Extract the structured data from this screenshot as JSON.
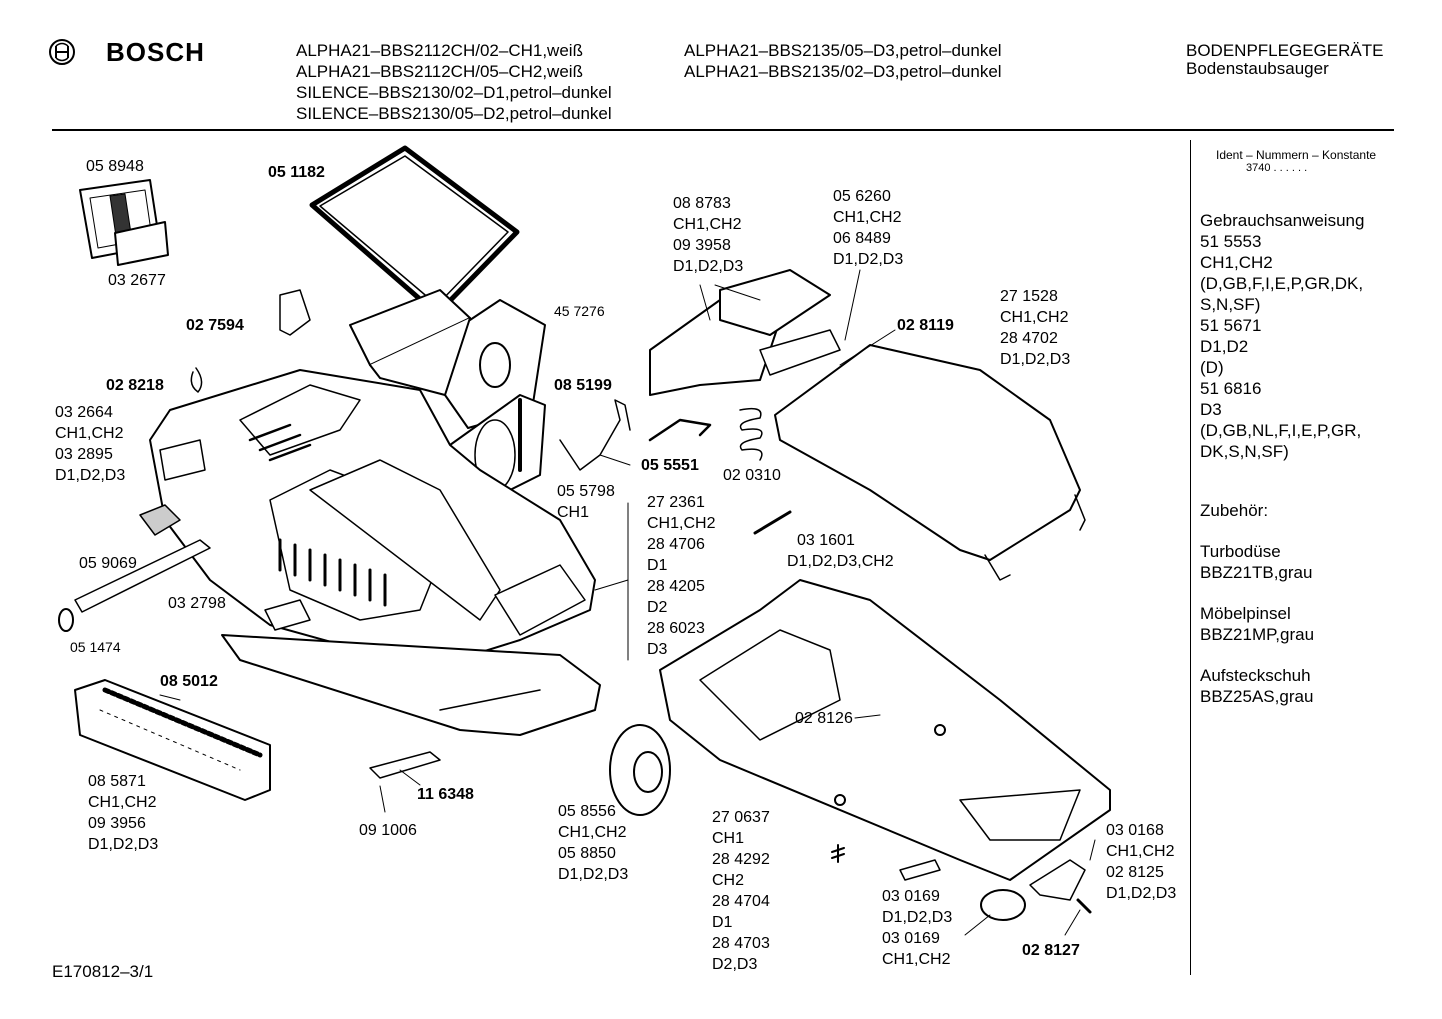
{
  "header": {
    "brand": "BOSCH",
    "models_col1": [
      "ALPHA21–BBS2112CH/02–CH1,weiß",
      "ALPHA21–BBS2112CH/05–CH2,weiß",
      "SILENCE–BBS2130/02–D1,petrol–dunkel",
      "SILENCE–BBS2130/05–D2,petrol–dunkel"
    ],
    "models_col2": [
      "ALPHA21–BBS2135/05–D3,petrol–dunkel",
      "ALPHA21–BBS2135/02–D3,petrol–dunkel"
    ],
    "category": "BODENPFLEGEGERÄTE",
    "subcategory": "Bodenstaubsauger"
  },
  "sidebar": {
    "ident_title": "Ident – Nummern – Konstante",
    "ident_value": "3740  . .    . . . .",
    "manual": [
      "Gebrauchsanweisung",
      "51 5553",
      "CH1,CH2",
      "(D,GB,F,I,E,P,GR,DK,",
      "S,N,SF)",
      "51 5671",
      "D1,D2",
      "(D)",
      "51 6816",
      "D3",
      "(D,GB,NL,F,I,E,P,GR,",
      "DK,S,N,SF)"
    ],
    "accessories_title": "Zubehör:",
    "accessories": [
      [
        "Turbodüse",
        "BBZ21TB,grau"
      ],
      [
        "Möbelpinsel",
        "BBZ21MP,grau"
      ],
      [
        "Aufsteckschuh",
        "BBZ25AS,grau"
      ]
    ]
  },
  "parts": {
    "p058948": [
      "05 8948"
    ],
    "p032677": [
      "03 2677"
    ],
    "p051182": [
      "05 1182"
    ],
    "p027594": [
      "02 7594"
    ],
    "p457276": [
      "45 7276"
    ],
    "p028218": [
      "02 8218"
    ],
    "p032664": [
      "03 2664",
      "CH1,CH2",
      "03 2895",
      "D1,D2,D3"
    ],
    "p085199": [
      "08 5199"
    ],
    "p055798": [
      "05 5798",
      "CH1"
    ],
    "p088783": [
      "08 8783",
      "CH1,CH2",
      "09 3958",
      "D1,D2,D3"
    ],
    "p056260": [
      "05 6260",
      "CH1,CH2",
      "06 8489",
      "D1,D2,D3"
    ],
    "p028119": [
      "02 8119"
    ],
    "p271528": [
      "27 1528",
      "CH1,CH2",
      "28 4702",
      "D1,D2,D3"
    ],
    "p055551": [
      "05 5551"
    ],
    "p020310": [
      "02 0310"
    ],
    "p272361": [
      "27 2361",
      "CH1,CH2",
      "28 4706",
      "D1",
      "28 4205",
      "D2",
      "28 6023",
      "D3"
    ],
    "p031601": [
      "03 1601",
      "D1,D2,D3,CH2"
    ],
    "p059069": [
      "05 9069"
    ],
    "p051474": [
      "05 1474"
    ],
    "p032798": [
      "03 2798"
    ],
    "p085012": [
      "08 5012"
    ],
    "p085871": [
      "08 5871",
      "CH1,CH2",
      "09 3956",
      "D1,D2,D3"
    ],
    "p091006": [
      "09 1006"
    ],
    "p116348": [
      "11 6348"
    ],
    "p058556": [
      "05 8556",
      "CH1,CH2",
      "05 8850",
      "D1,D2,D3"
    ],
    "p270637": [
      "27 0637",
      "CH1",
      "28 4292",
      "CH2",
      "28 4704",
      "D1",
      "28 4703",
      "D2,D3"
    ],
    "p028126": [
      "02 8126"
    ],
    "p030169a": [
      "03 0169",
      "D1,D2,D3",
      "03 0169",
      "CH1,CH2"
    ],
    "p030168": [
      "03 0168",
      "CH1,CH2",
      "02 8125",
      "D1,D2,D3"
    ],
    "p028127": [
      "02 8127"
    ]
  },
  "footer": {
    "drawing_id": "E170812–3/1"
  }
}
